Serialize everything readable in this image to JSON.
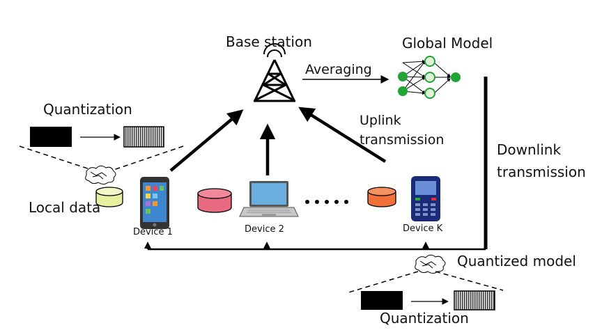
{
  "labels": {
    "base_station": "Base station",
    "global_model": "Global Model",
    "averaging": "Averaging",
    "uplink_1": "Uplink",
    "uplink_2": "transmission",
    "downlink_1": "Downlink",
    "downlink_2": "transmission",
    "quantization_top": "Quantization",
    "quantization_bottom": "Quantization",
    "local_data": "Local data",
    "quantized_model": "Quantized model",
    "device_1": "Device 1",
    "device_2": "Device 2",
    "device_k": "Device K"
  },
  "icons": [
    "tower-icon",
    "neural-network-icon",
    "smartphone-icon",
    "laptop-icon",
    "feature-phone-icon",
    "database-icon",
    "model-blob-icon",
    "quantization-block-icon"
  ],
  "colors": {
    "network_node": "#22a336",
    "db_yellow": "#e8f0a0",
    "db_pink": "#e86a80",
    "db_orange": "#f0703a",
    "phone_blue": "#2f6bb5",
    "keypad_phone": "#1a2b78"
  }
}
